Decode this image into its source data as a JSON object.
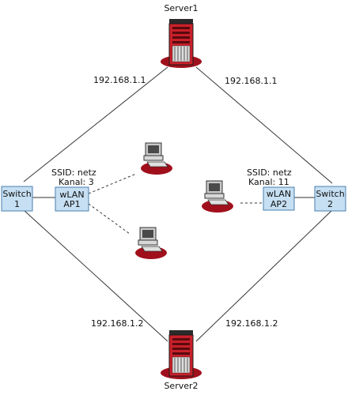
{
  "servers": {
    "top": {
      "label": "Server1"
    },
    "bottom": {
      "label": "Server2"
    }
  },
  "switches": {
    "left": {
      "line1": "Switch",
      "line2": "1"
    },
    "right": {
      "line1": "Switch",
      "line2": "2"
    }
  },
  "access_points": {
    "left": {
      "line1": "wLAN",
      "line2": "AP1",
      "ssid": "SSID: netz",
      "channel": "Kanal: 3"
    },
    "right": {
      "line1": "wLAN",
      "line2": "AP2",
      "ssid": "SSID: netz",
      "channel": "Kanal: 11"
    }
  },
  "ip_labels": {
    "top_left": "192.168.1.1",
    "top_right": "192.168.1.1",
    "bottom_left": "192.168.1.2",
    "bottom_right": "192.168.1.2"
  },
  "colors": {
    "server_body": "#c8202a",
    "server_dark": "#1a1a1a",
    "box_fill": "#c6dff2",
    "box_stroke": "#4a7fb0",
    "line": "#333333",
    "pc_shadow": "#a0101c"
  },
  "icons": [
    "server-icon",
    "workstation-icon"
  ]
}
